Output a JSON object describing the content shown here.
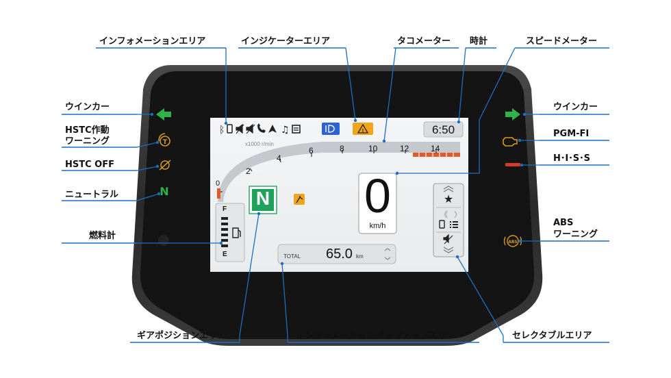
{
  "labels": {
    "info_area": "インフォメーションエリア",
    "indicator_area": "インジケーターエリア",
    "tachometer": "タコメーター",
    "clock": "時計",
    "speedometer": "スピードメーター",
    "left_winker": "ウインカー",
    "right_winker": "ウインカー",
    "hstc_warning_1": "HSTC作動",
    "hstc_warning_2": "ワーニング",
    "pgm_fi": "PGM-FI",
    "hstc_off": "HSTC OFF",
    "hiss": "H･I･S･S",
    "neutral": "ニュートラル",
    "abs_1": "ABS",
    "abs_2": "ワーニング",
    "fuel_gauge": "燃料計",
    "gear_position_area": "ギアポジションエリア",
    "info_popup_area": "インフォメーションポップアップエリア",
    "selectable_area": "セレクタブルエリア"
  },
  "display": {
    "clock": "6:50",
    "rpm_unit": "x1000 r/min",
    "rpm_ticks": [
      "0",
      "2",
      "4",
      "6",
      "8",
      "10",
      "12",
      "14"
    ],
    "speed": "0",
    "speed_unit": "km/h",
    "gear": "N",
    "fuel_full": "F",
    "fuel_empty": "E",
    "odo_label": "TOTAL",
    "odo_value": "65.0",
    "odo_unit": "km",
    "neutral_indicator": "N"
  },
  "colors": {
    "leader": "#1a6ec2",
    "winker": "#2fb24a",
    "amber": "#e0a81a",
    "neutral": "#2fb24a",
    "hiss": "#d23a2a",
    "redzone": "#e25a2a",
    "gear_bg": "#1fa25a"
  },
  "icons": [
    "bluetooth-icon",
    "phone-icon",
    "mute-icon",
    "call-icon",
    "navigation-icon",
    "music-icon",
    "message-icon",
    "headlight-icon",
    "warning-icon",
    "star-icon",
    "list-icon"
  ]
}
